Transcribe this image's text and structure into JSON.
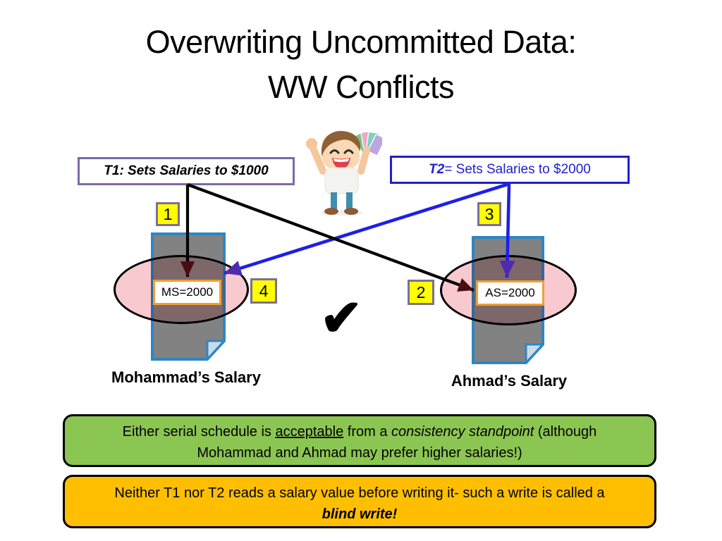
{
  "title": {
    "line1": "Overwriting Uncommitted Data:",
    "line2": "WW Conflicts"
  },
  "transactions": {
    "t1": {
      "label": "T1: Sets Salaries to $1000"
    },
    "t2": {
      "prefix": "T2",
      "rest": " = Sets Salaries to $2000"
    }
  },
  "steps": {
    "s1": "1",
    "s2": "2",
    "s3": "3",
    "s4": "4"
  },
  "stores": {
    "left": {
      "value": "MS=2000",
      "label": "Mohammad’s Salary"
    },
    "right": {
      "value": "AS=2000",
      "label": "Ahmad’s Salary"
    }
  },
  "check": {
    "glyph": "✔"
  },
  "callouts": {
    "green": {
      "seg1": "Either serial schedule is ",
      "seg2": "acceptable",
      "seg3": " from a ",
      "seg4": "consistency standpoint",
      "seg5": " (although",
      "seg6": "Mohammad and Ahmad may prefer higher salaries!)"
    },
    "orange": {
      "line1": "Neither T1 nor T2 reads a salary value before writing it- such a write is called a",
      "line2": "blind write!"
    }
  },
  "icons": {
    "person": "happy-person-with-money",
    "money": "money-fan",
    "check": "success-checkmark",
    "document": "paper-document"
  },
  "colors": {
    "t1_border": "#7D68A8",
    "t2_blue": "#1F1FD0",
    "badge_fill": "#FFFF00",
    "badge_border": "#7E6E96",
    "doc_border": "#2F86C4",
    "doc_fill": "#828282",
    "doc_fold": "#C9DCE8",
    "ellipse_fill": "#F8C9CE",
    "value_border": "#EDA033",
    "arrow_black": "#000000",
    "head_maroon": "#4A0D14",
    "arrow_blue": "#1F1FE8",
    "head_purple": "#4E2BAE",
    "green_fill": "#8CC652",
    "orange_fill": "#FFBF00"
  }
}
